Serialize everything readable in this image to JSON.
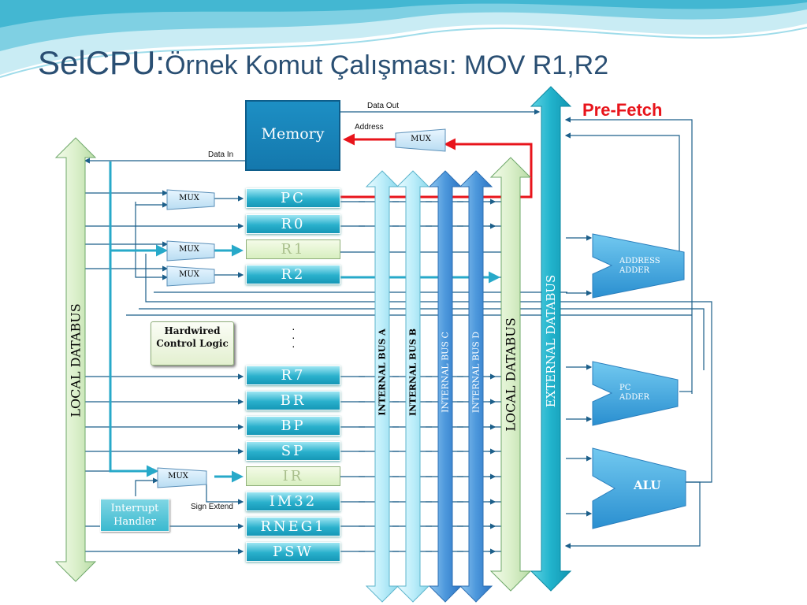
{
  "title": {
    "main": "SelCPU:",
    "subtitle": "Örnek Komut Çalışması: MOV R1,R2"
  },
  "annotation": "Pre-Fetch",
  "memory": {
    "label": "Memory",
    "data_out": "Data Out",
    "address": "Address",
    "data_in": "Data In"
  },
  "mux_label": "MUX",
  "registers": [
    "PC",
    "R0",
    "R1",
    "R2",
    "R7",
    "BR",
    "BP",
    "SP",
    "IR",
    "IM32",
    "RNEG1",
    "PSW"
  ],
  "hardwired_control": "Hardwired Control Logic",
  "interrupt_handler": "Interrupt Handler",
  "sign_extend": "Sign Extend",
  "ellipsis": "· · ·",
  "buses": {
    "local_databus": "LOCAL  DATABUS",
    "internal_a": "INTERNAL  BUS A",
    "internal_b": "INTERNAL  BUS B",
    "internal_c": "INTERNAL BUS C",
    "internal_d": "INTERNAL BUS D",
    "external": "EXTERNAL  DATABUS"
  },
  "units": {
    "address_adder": "ADDRESS ADDER",
    "pc_adder": "PC ADDER",
    "alu": "ALU"
  },
  "colors": {
    "highlight": "#e8141b",
    "wire": "#1c5f8a",
    "active_wire": "#27a9c9",
    "title": "#2a4f73"
  }
}
